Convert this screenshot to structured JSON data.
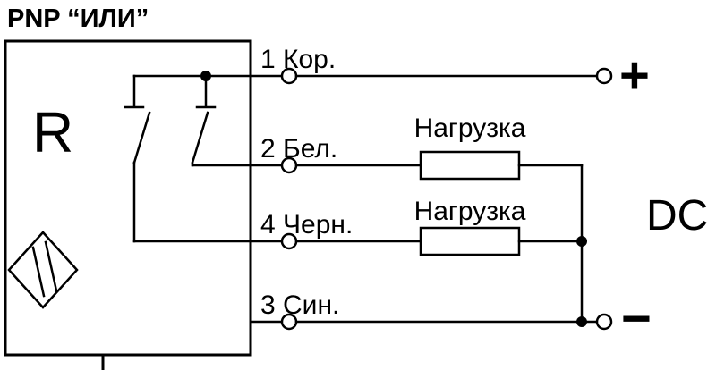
{
  "title": "PNP “ИЛИ”",
  "sensor": {
    "designation": "R"
  },
  "pins": [
    {
      "label": "1 Кор."
    },
    {
      "label": "2 Бел."
    },
    {
      "label": "4 Черн."
    },
    {
      "label": "3 Син."
    }
  ],
  "loads": [
    {
      "label": "Нагрузка"
    },
    {
      "label": "Нагрузка"
    }
  ],
  "supply": {
    "plus": "+",
    "minus": "−",
    "type": "DC"
  },
  "colors": {
    "line": "#000000",
    "background": "#ffffff"
  }
}
